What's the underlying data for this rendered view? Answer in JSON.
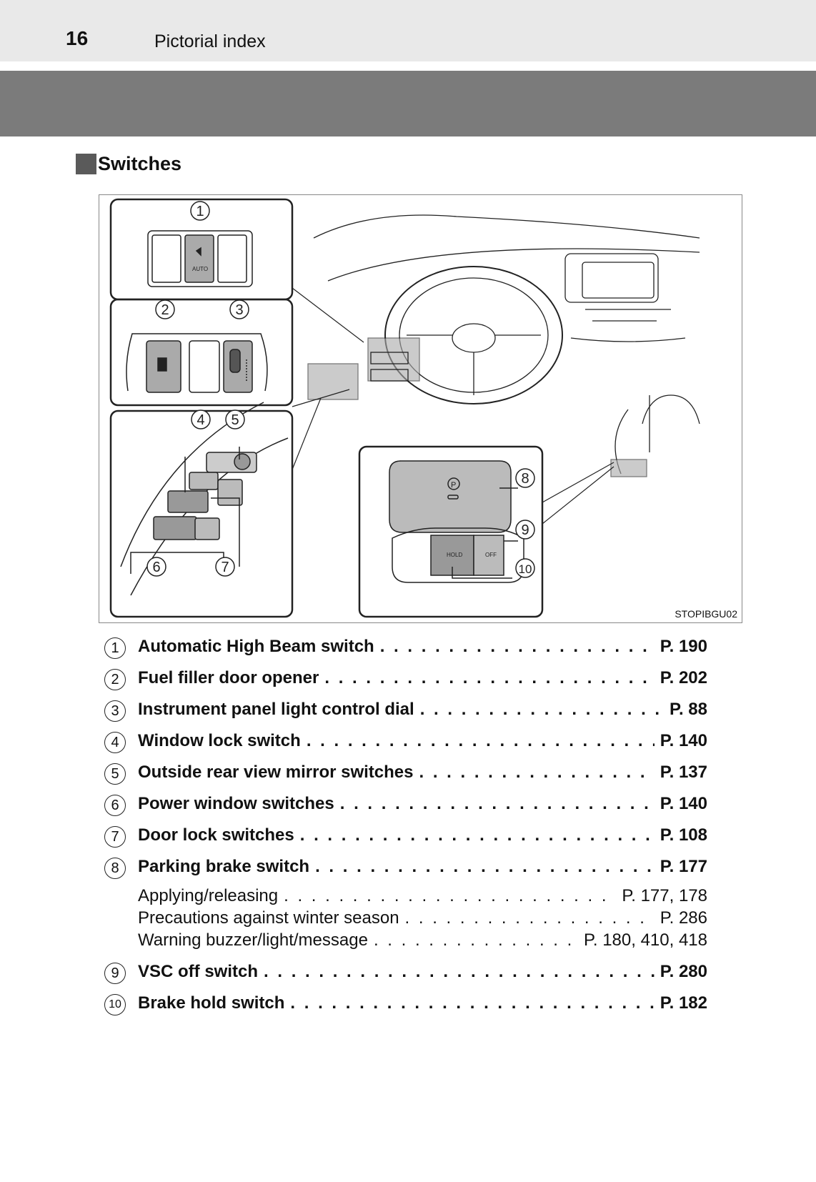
{
  "header": {
    "page_number": "16",
    "title": "Pictorial index"
  },
  "section": {
    "heading": "Switches"
  },
  "figure": {
    "code": "STOPIBGU02",
    "callouts": [
      "1",
      "2",
      "3",
      "4",
      "5",
      "6",
      "7",
      "8",
      "9",
      "10"
    ],
    "switch_text": {
      "auto": "AUTO",
      "hold": "HOLD",
      "off": "OFF",
      "p": "P"
    }
  },
  "index": [
    {
      "num": "1",
      "label": "Automatic High Beam switch",
      "page": "P. 190"
    },
    {
      "num": "2",
      "label": "Fuel filler door opener",
      "page": "P. 202"
    },
    {
      "num": "3",
      "label": "Instrument panel light control dial",
      "page": "P. 88"
    },
    {
      "num": "4",
      "label": "Window lock switch",
      "page": "P. 140"
    },
    {
      "num": "5",
      "label": "Outside rear view mirror switches",
      "page": "P. 137"
    },
    {
      "num": "6",
      "label": "Power window switches",
      "page": "P. 140"
    },
    {
      "num": "7",
      "label": "Door lock switches",
      "page": "P. 108"
    },
    {
      "num": "8",
      "label": "Parking brake switch",
      "page": "P. 177",
      "sub": [
        {
          "label": "Applying/releasing",
          "page": "P. 177, 178"
        },
        {
          "label": "Precautions against winter season",
          "page": "P. 286"
        },
        {
          "label": "Warning buzzer/light/message",
          "page": "P. 180, 410, 418"
        }
      ]
    },
    {
      "num": "9",
      "label": "VSC off switch",
      "page": "P. 280"
    },
    {
      "num": "10",
      "label": "Brake hold switch",
      "page": "P. 182"
    }
  ]
}
